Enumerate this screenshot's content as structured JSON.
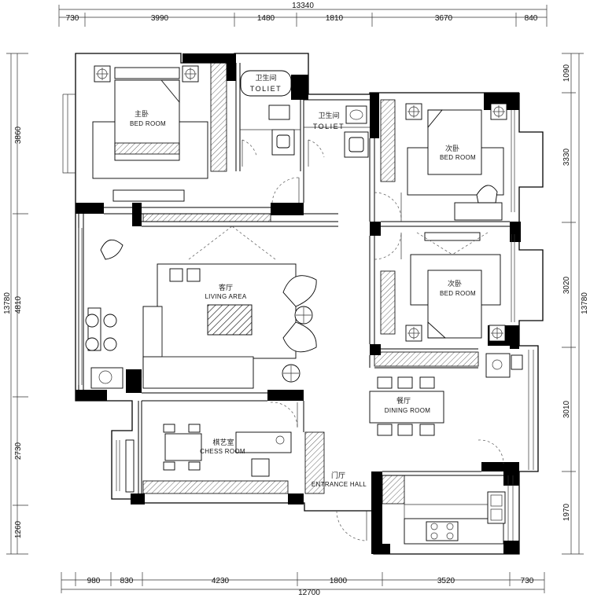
{
  "dimensions": {
    "top_total": "13340",
    "top": [
      "730",
      "3990",
      "1480",
      "1810",
      "3670",
      "840"
    ],
    "bottom_total": "12700",
    "bottom": [
      "980",
      "830",
      "4230",
      "1800",
      "3520",
      "730"
    ],
    "left_total": "13780",
    "left": [
      "3860",
      "4810",
      "2730",
      "1260"
    ],
    "right_total": "13780",
    "right": [
      "1090",
      "3330",
      "3020",
      "3010",
      "1970"
    ]
  },
  "rooms": {
    "master": {
      "cn": "主卧",
      "en": "BED ROOM"
    },
    "bath1": {
      "cn": "卫生间",
      "en": "TOLIET"
    },
    "bath2": {
      "cn": "卫生间",
      "en": "TOLIET"
    },
    "bed2": {
      "cn": "次卧",
      "en": "BED ROOM"
    },
    "bed3": {
      "cn": "次卧",
      "en": "BED ROOM"
    },
    "living": {
      "cn": "客厅",
      "en": "LIVING AREA"
    },
    "dining": {
      "cn": "餐厅",
      "en": "DINING ROOM"
    },
    "chess": {
      "cn": "棋艺室",
      "en": "CHESS ROOM"
    },
    "entrance": {
      "cn": "门厅",
      "en": "ENTRANCE HALL"
    }
  }
}
